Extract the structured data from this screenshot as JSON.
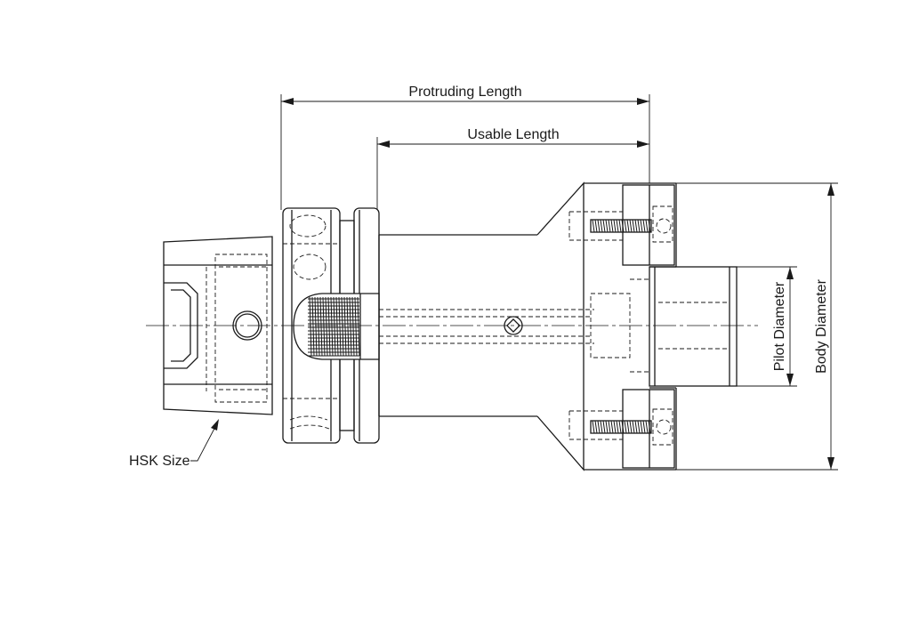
{
  "labels": {
    "protruding_length": "Protruding Length",
    "usable_length": "Usable Length",
    "hsk_size": "HSK Size",
    "pilot_diameter": "Pilot Diameter",
    "body_diameter": "Body Diameter"
  }
}
